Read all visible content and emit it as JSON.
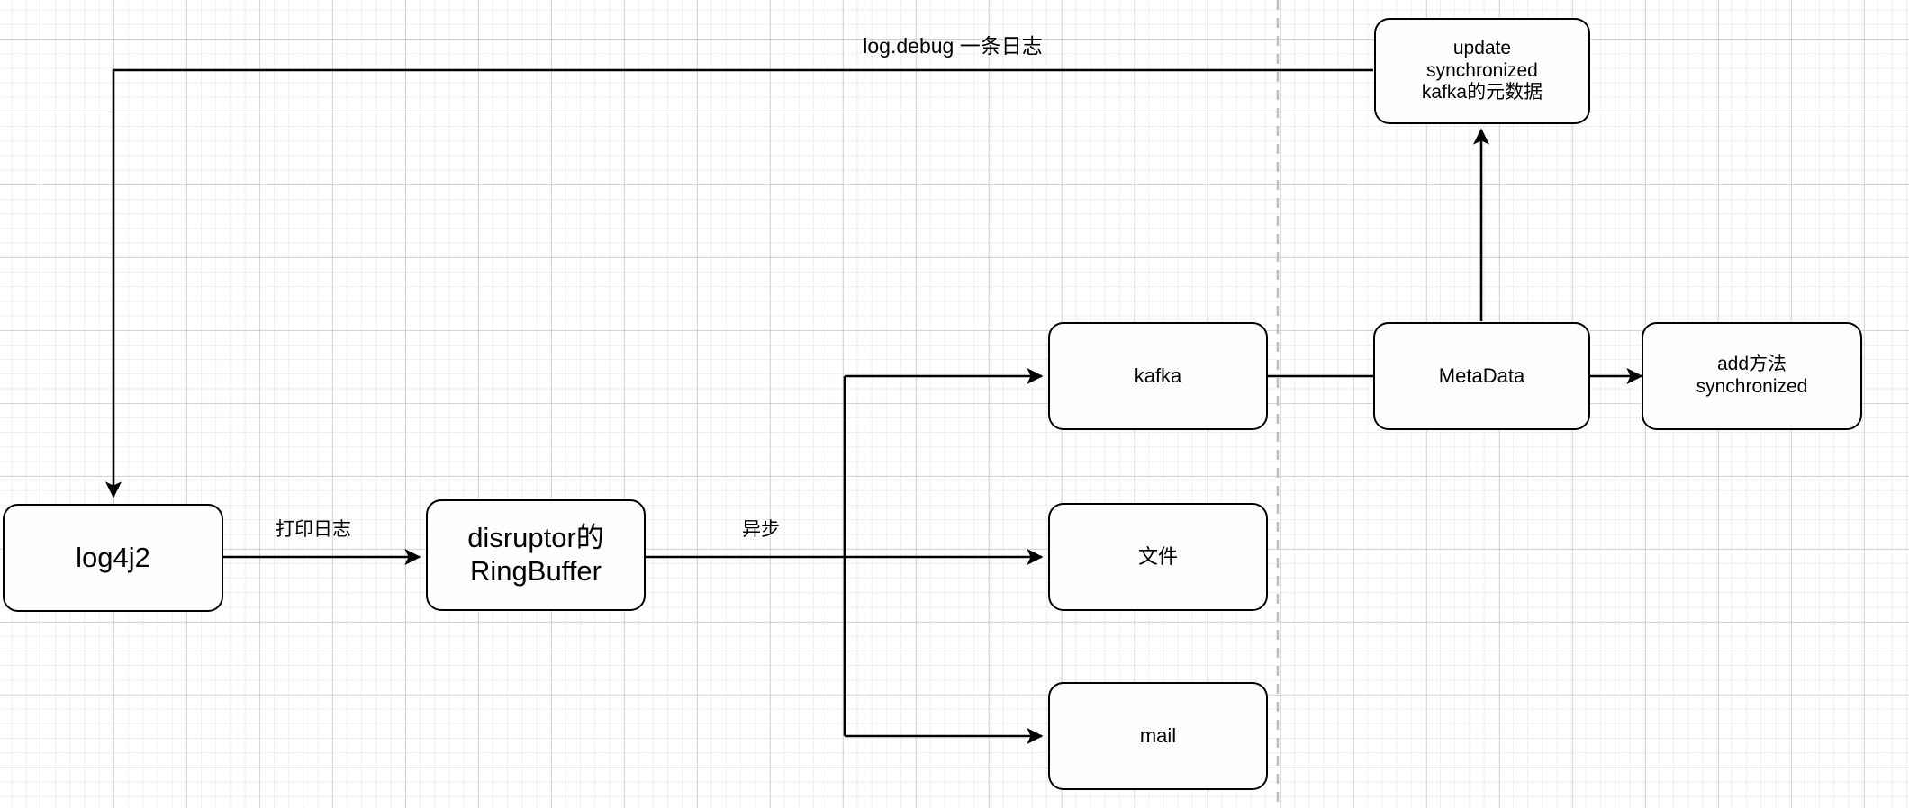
{
  "diagram": {
    "title": "log4j2 asynchronous logging and kafka metadata flow",
    "background": "#ffffff",
    "grid_color": "#bebebe",
    "line_color": "#000000",
    "divider_color": "#bfbfbf",
    "nodes": [
      {
        "id": "log4j2",
        "label": "log4j2"
      },
      {
        "id": "ringbuffer",
        "label": "disruptor的\nRingBuffer"
      },
      {
        "id": "kafka",
        "label": "kafka"
      },
      {
        "id": "file",
        "label": "文件"
      },
      {
        "id": "mail",
        "label": "mail"
      },
      {
        "id": "metadata",
        "label": "MetaData"
      },
      {
        "id": "update",
        "label": "update\nsynchronized\nkafka的元数据"
      },
      {
        "id": "addmethod",
        "label": "add方法\nsynchronized"
      }
    ],
    "edge_labels": [
      {
        "id": "log-debug",
        "text": "log.debug 一条日志"
      },
      {
        "id": "print-log",
        "text": "打印日志"
      },
      {
        "id": "async",
        "text": "异步"
      }
    ]
  }
}
